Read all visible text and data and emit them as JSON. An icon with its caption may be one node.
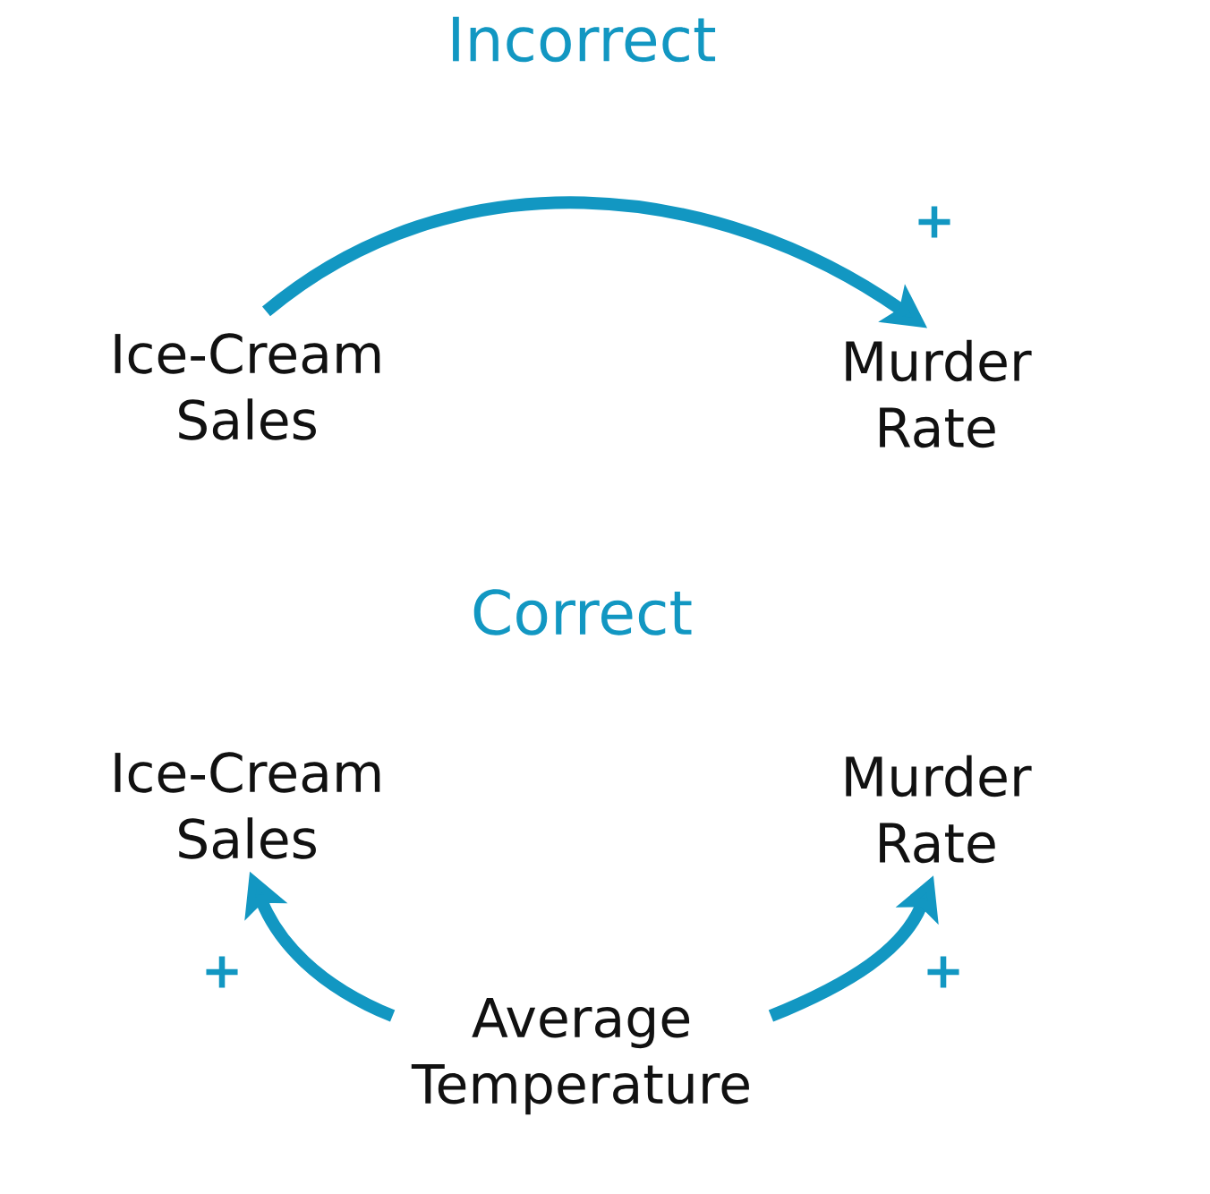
{
  "diagram": {
    "nodes": [
      {
        "text": [
          "Ice-Cream Sales"
        ]
      },
      {
        "text": [
          "Murder Rate"
        ]
      },
      {
        "text": [
          "Ice-Cream Sales"
        ]
      },
      {
        "text": [
          "Murder Rate"
        ]
      },
      {
        "text": [
          "Average Temperature"
        ]
      }
    ],
    "edges": [
      {
        "from": 0,
        "to": 1,
        "arrow": "to",
        "label": "+"
      },
      {
        "from": 4,
        "to": 2,
        "arrow": "to",
        "label": "+"
      },
      {
        "from": 4,
        "to": 3,
        "arrow": "to",
        "label": "+"
      }
    ],
    "labels": [
      "Incorrect",
      "Correct"
    ]
  }
}
